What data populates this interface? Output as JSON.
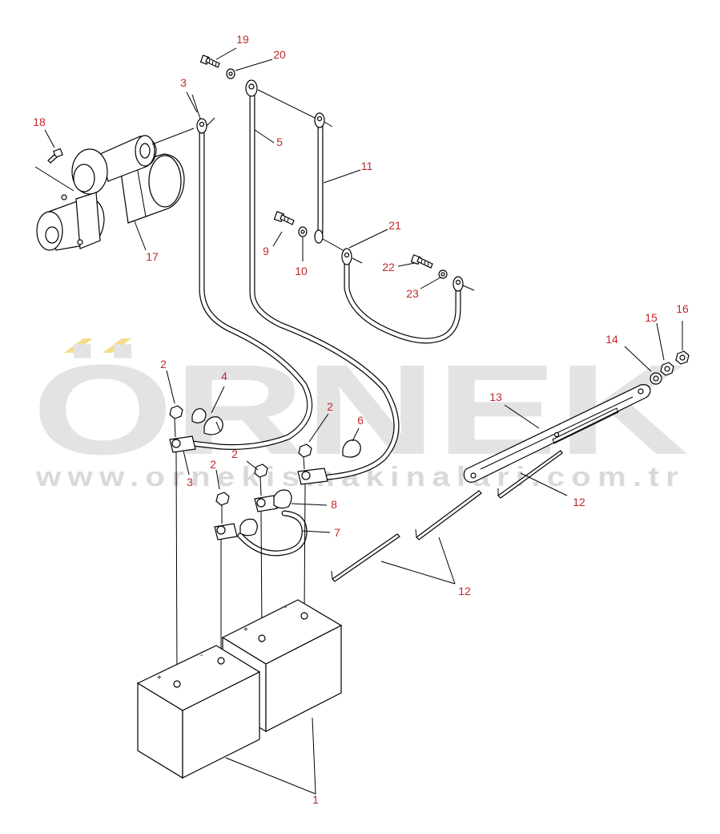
{
  "watermark": {
    "letters": "ÖRNEK",
    "url": "www.ornekismakinalari.com.tr",
    "letter_color": "#e3e3e3",
    "accent_color": "#f5dc8a"
  },
  "callout_color": "#c0282b",
  "callouts": {
    "c1": "1",
    "c2a": "2",
    "c2b": "2",
    "c2c": "2",
    "c2d": "2",
    "c3a": "3",
    "c3b": "3",
    "c4": "4",
    "c5": "5",
    "c6": "6",
    "c7": "7",
    "c8": "8",
    "c9": "9",
    "c10": "10",
    "c11": "11",
    "c12a": "12",
    "c12b": "12",
    "c13": "13",
    "c14": "14",
    "c15": "15",
    "c16": "16",
    "c17": "17",
    "c18": "18",
    "c19": "19",
    "c20": "20",
    "c21": "21",
    "c22": "22",
    "c23": "23"
  }
}
